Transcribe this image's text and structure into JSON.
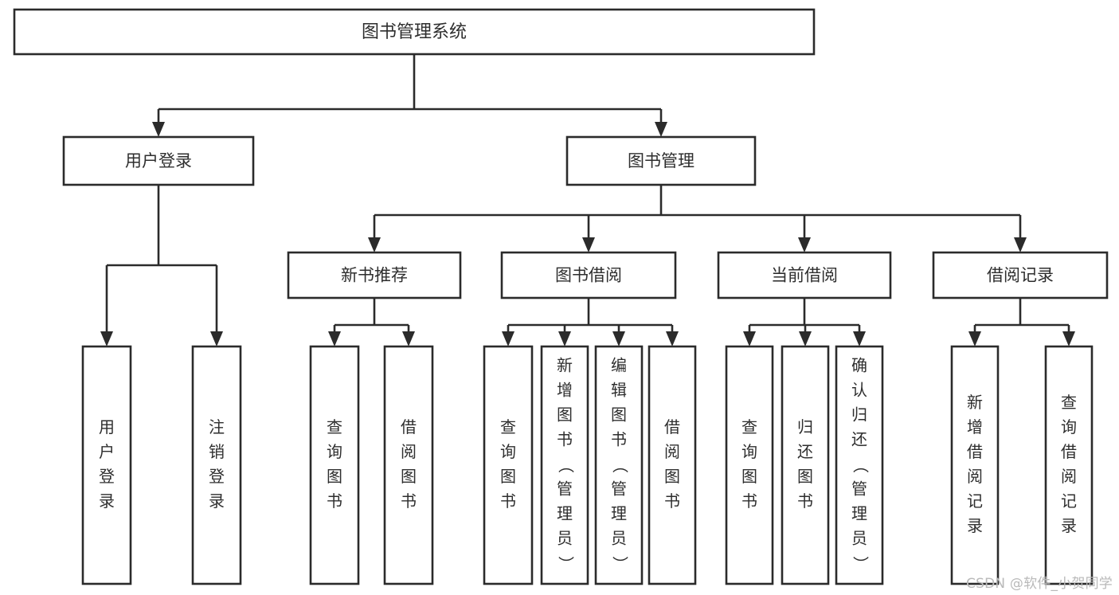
{
  "diagram": {
    "title": "图书管理系统",
    "type": "tree",
    "orientation": "top-down",
    "background_color": "#ffffff",
    "line_color": "#2b2b2b",
    "text_color": "#2e2e2e"
  },
  "nodes": {
    "root": {
      "label": "图书管理系统",
      "level": 0
    },
    "level1": [
      {
        "id": "user-login",
        "label": "用户登录",
        "level": 1
      },
      {
        "id": "book-manage",
        "label": "图书管理",
        "level": 1
      }
    ],
    "level2": [
      {
        "id": "new-book-recommend",
        "label": "新书推荐",
        "parent": "book-manage",
        "level": 2
      },
      {
        "id": "book-borrow",
        "label": "图书借阅",
        "parent": "book-manage",
        "level": 2
      },
      {
        "id": "current-borrow",
        "label": "当前借阅",
        "parent": "book-manage",
        "level": 2
      },
      {
        "id": "borrow-record",
        "label": "借阅记录",
        "parent": "book-manage",
        "level": 2
      }
    ],
    "leaves": [
      {
        "id": "leaf-user-login",
        "label": "用户登录",
        "parent": "user-login",
        "level": 2
      },
      {
        "id": "leaf-user-logout",
        "label": "注销登录",
        "parent": "user-login",
        "level": 2
      },
      {
        "id": "leaf-query-book-recommend",
        "label": "查询图书",
        "parent": "new-book-recommend",
        "level": 3
      },
      {
        "id": "leaf-borrow-book-recommend",
        "label": "借阅图书",
        "parent": "new-book-recommend",
        "level": 3
      },
      {
        "id": "leaf-query-book-borrow",
        "label": "查询图书",
        "parent": "book-borrow",
        "level": 3
      },
      {
        "id": "leaf-add-book",
        "label": "新增图书（管理员）",
        "parent": "book-borrow",
        "level": 3
      },
      {
        "id": "leaf-edit-book",
        "label": "编辑图书（管理员）",
        "parent": "book-borrow",
        "level": 3
      },
      {
        "id": "leaf-borrow-book",
        "label": "借阅图书",
        "parent": "book-borrow",
        "level": 3
      },
      {
        "id": "leaf-query-book-current",
        "label": "查询图书",
        "parent": "current-borrow",
        "level": 3
      },
      {
        "id": "leaf-return-book",
        "label": "归还图书",
        "parent": "current-borrow",
        "level": 3
      },
      {
        "id": "leaf-confirm-return",
        "label": "确认归还（管理员）",
        "parent": "current-borrow",
        "level": 3
      },
      {
        "id": "leaf-add-borrow-record",
        "label": "新增借阅记录",
        "parent": "borrow-record",
        "level": 3
      },
      {
        "id": "leaf-query-borrow-record",
        "label": "查询借阅记录",
        "parent": "borrow-record",
        "level": 3
      }
    ]
  },
  "watermark": {
    "text": "CSDN @软件_小贺同学"
  }
}
